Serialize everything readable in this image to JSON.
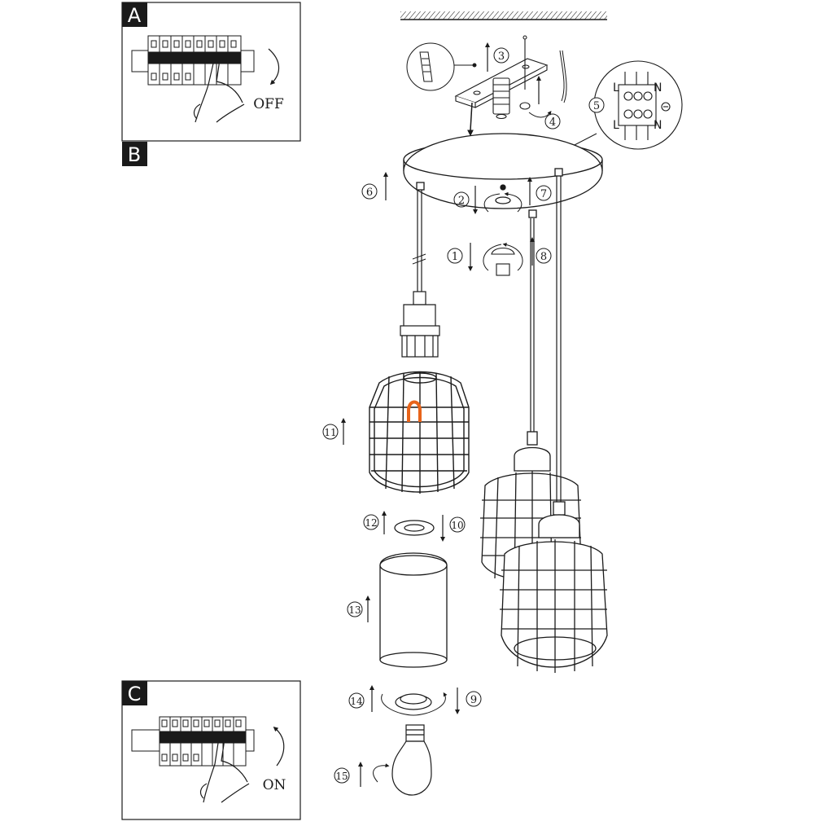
{
  "panels": {
    "a": {
      "letter": "A",
      "caption": "OFF"
    },
    "b": {
      "letter": "B"
    },
    "c": {
      "letter": "C",
      "caption": "ON"
    }
  },
  "steps": [
    "1",
    "2",
    "3",
    "4",
    "5",
    "6",
    "7",
    "8",
    "9",
    "10",
    "11",
    "12",
    "13",
    "14",
    "15"
  ],
  "terminal": {
    "l_top": "L",
    "n_top": "N",
    "l_bottom": "L",
    "n_bottom": "N"
  },
  "colors": {
    "line": "#1a1a1a",
    "filament": "#e8641a",
    "panel_bg": "#ffffff"
  }
}
